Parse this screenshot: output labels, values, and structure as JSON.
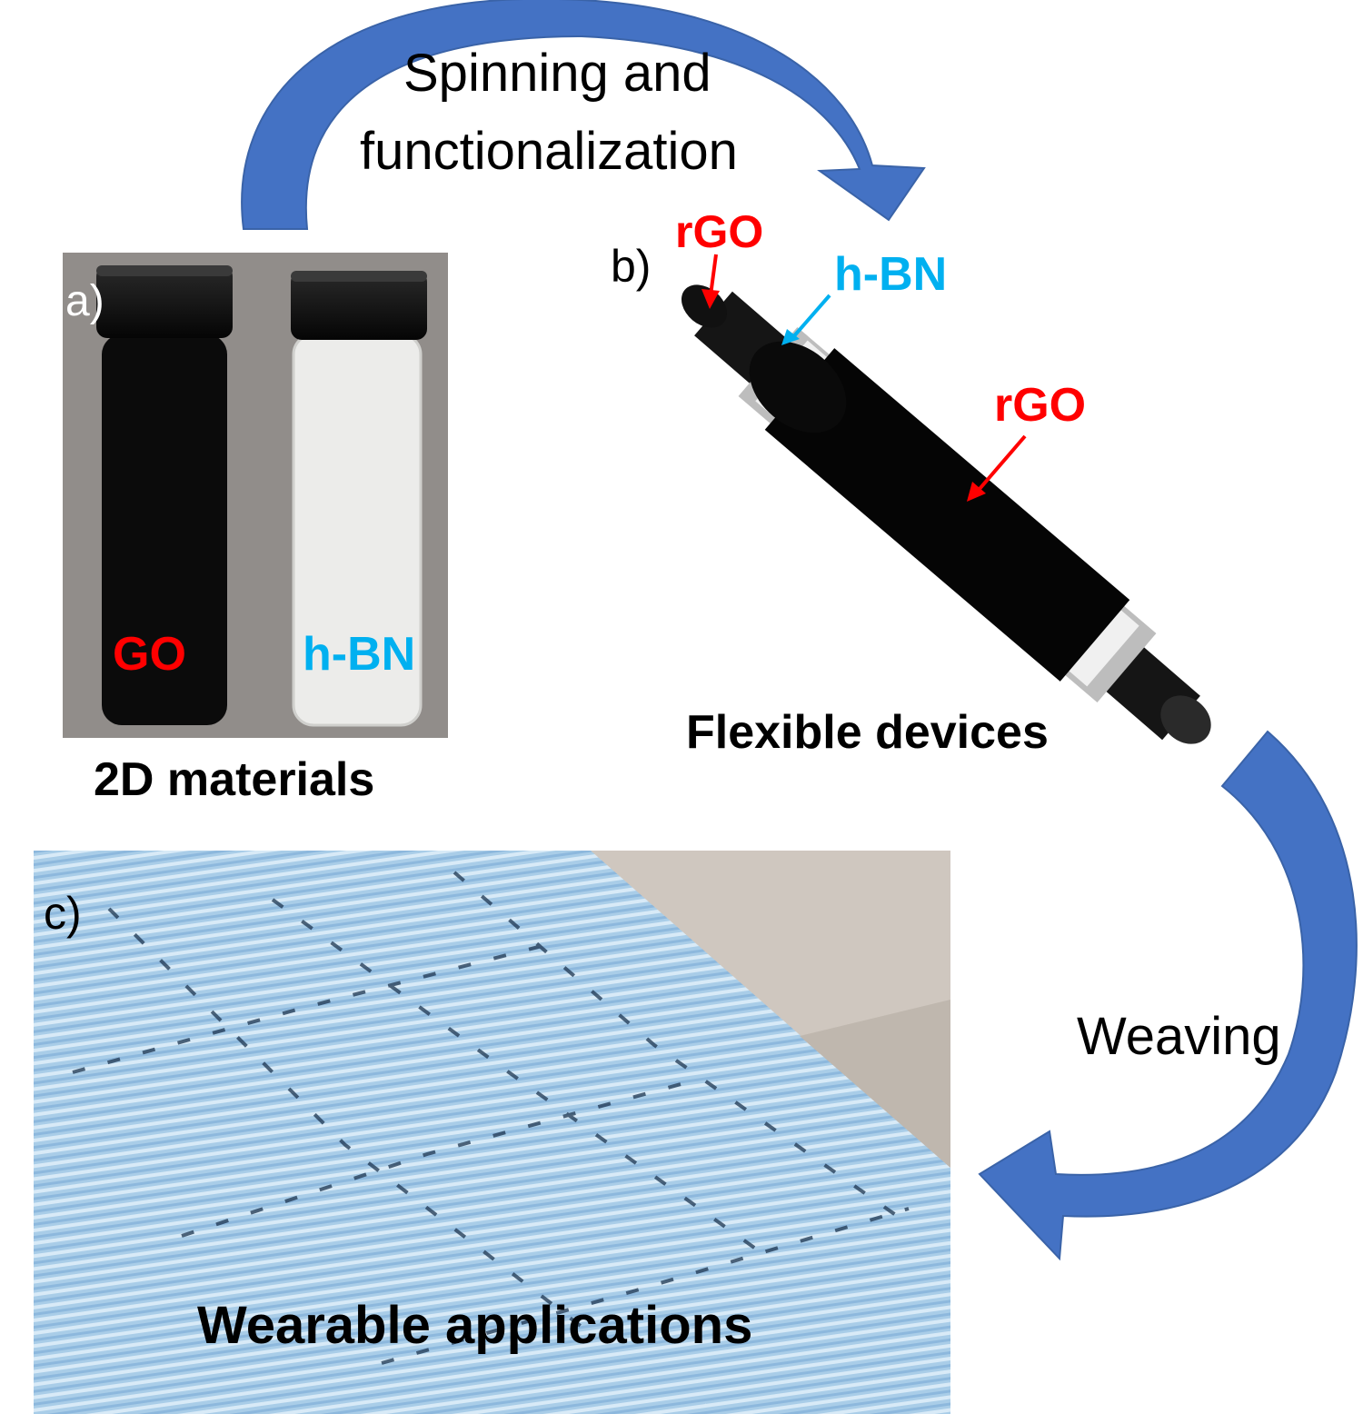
{
  "arrows": {
    "top_label_line1": "Spinning and",
    "top_label_line2": "functionalization",
    "right_label": "Weaving",
    "color": "#4472C4"
  },
  "panel_a": {
    "letter": "a)",
    "vial_left_label": "GO",
    "vial_right_label": "h-BN",
    "caption": "2D materials",
    "go_color": "#FF0000",
    "hbn_color": "#00B0F0"
  },
  "panel_b": {
    "letter": "b)",
    "label_rgo_end": "rGO",
    "label_hbn": "h-BN",
    "label_rgo_body": "rGO",
    "caption": "Flexible devices"
  },
  "panel_c": {
    "letter": "c)",
    "caption": "Wearable applications",
    "fabric_color": "#A9CDE8"
  }
}
